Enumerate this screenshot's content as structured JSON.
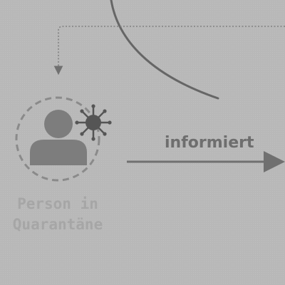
{
  "person_node": {
    "label_line1": "Person in",
    "label_line2": "Quarantäne",
    "icon": "person-with-virus-icon"
  },
  "edge": {
    "label": "informiert"
  },
  "colors": {
    "background": "#b8b8b8",
    "line": "#707070",
    "dashed_circle": "#8c8c8c",
    "label_faded": "#a6a6a6",
    "icon_fill": "#7a7a7a",
    "virus": "#555555"
  }
}
